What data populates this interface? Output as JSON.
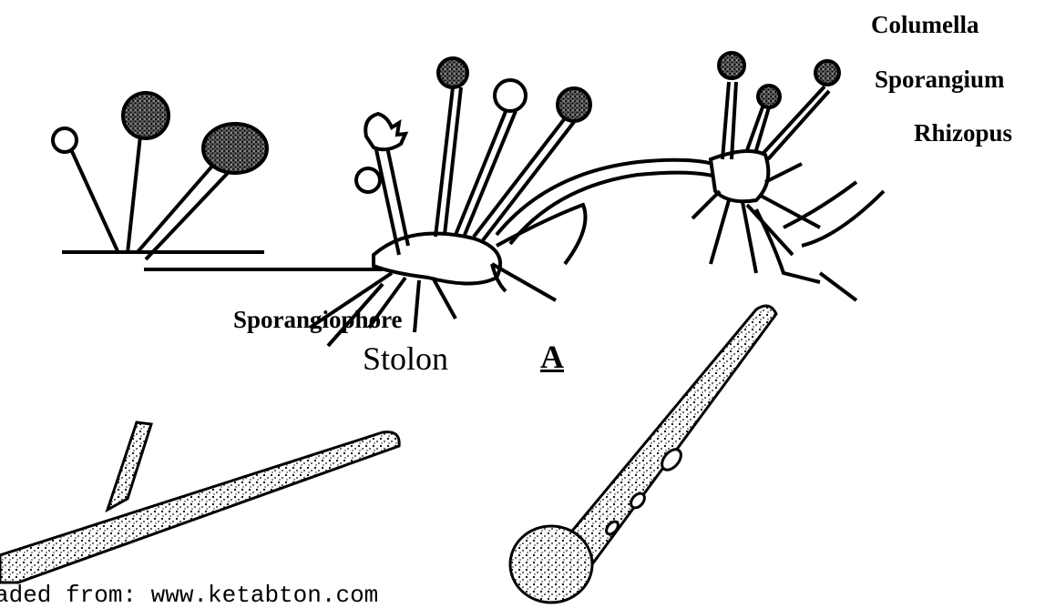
{
  "labels": {
    "columella": "Columella",
    "sporangium": "Sporangium",
    "rhizopus": "Rhizopus",
    "sporangiophore": "Sporangiophore",
    "stolon": "Stolon",
    "figure_letter": "A",
    "download_note": "aded from: www.ketabton.com"
  },
  "colors": {
    "ink": "#000000",
    "background": "#ffffff"
  }
}
